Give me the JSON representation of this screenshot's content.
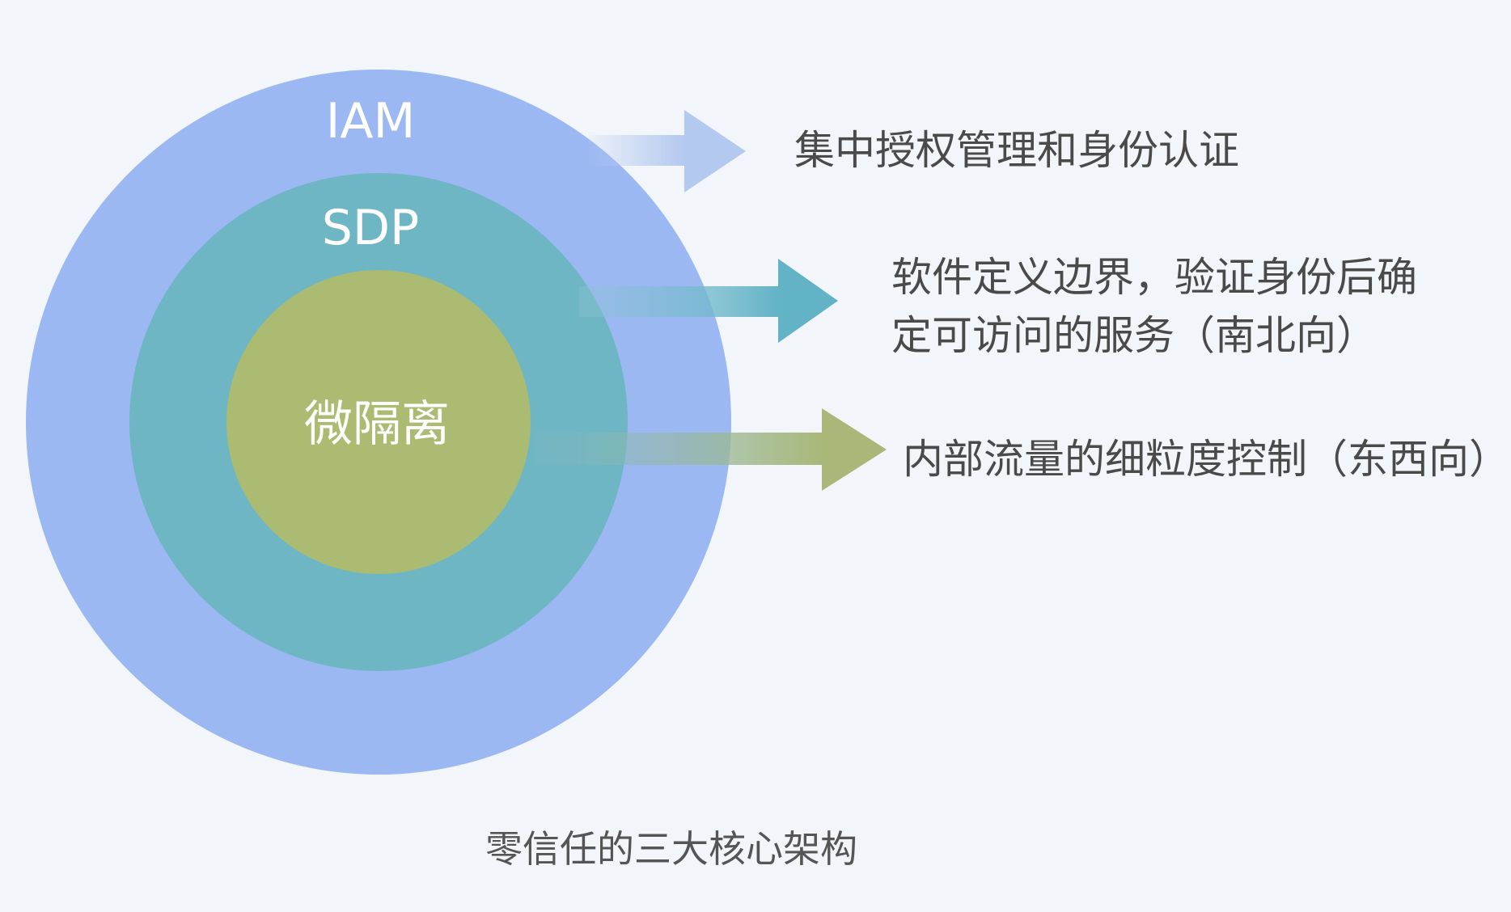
{
  "title": "零信任的三大核心架构",
  "layers": [
    {
      "label": "IAM",
      "description": "集中授权管理和身份认证",
      "color": "#9bb8f3",
      "arrow_color": "#b4c9ef"
    },
    {
      "label": "SDP",
      "description_lines": [
        "软件定义边界，验证身份后确",
        "定可访问的服务（南北向）"
      ],
      "color": "#6eb6c4",
      "arrow_color": "#6eb6c9"
    },
    {
      "label": "微隔离",
      "description": "内部流量的细粒度控制（东西向）",
      "color": "#abbb72",
      "arrow_color": "#a9b878"
    }
  ]
}
